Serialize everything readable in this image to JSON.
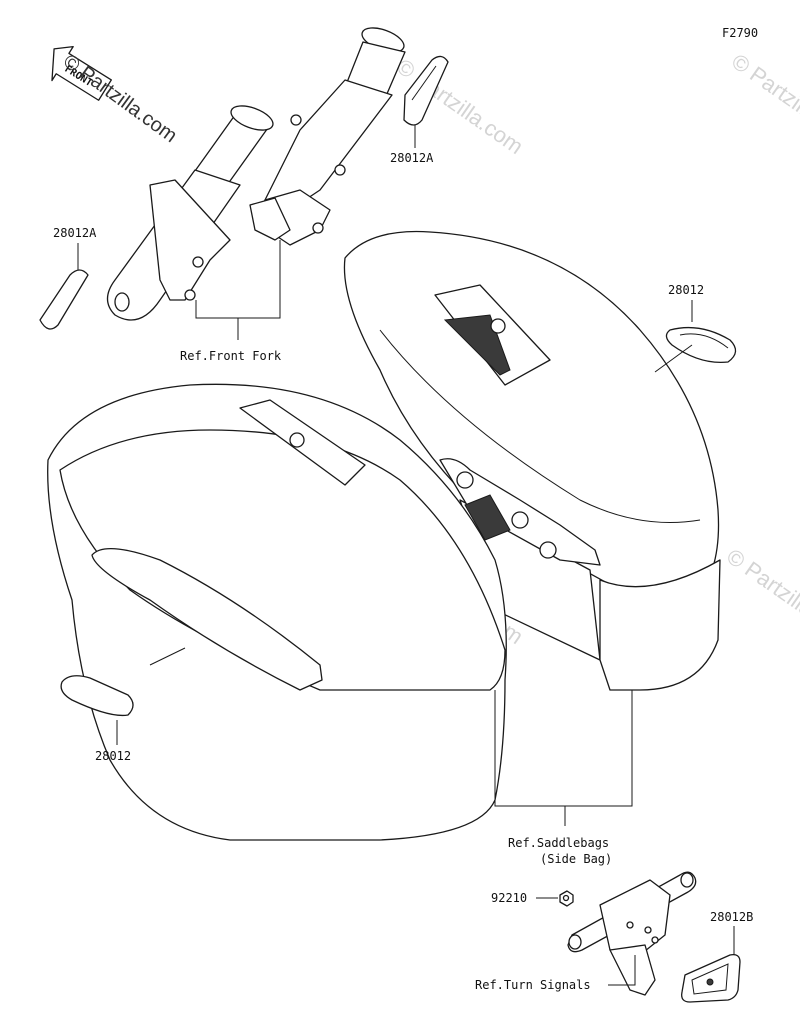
{
  "figure_code": "F2790",
  "watermark": "© Partzilla.com",
  "front_marker": "FRONT",
  "labels": {
    "fork_left_part": "28012A",
    "fork_right_part": "28012A",
    "front_fork_ref": "Ref.Front Fork",
    "bag_right_part": "28012",
    "bag_left_part": "28012",
    "saddlebags_ref_line1": "Ref.Saddlebags",
    "saddlebags_ref_line2": "(Side Bag)",
    "nut_part": "92210",
    "plate_part": "28012B",
    "turn_signals_ref": "Ref.Turn Signals"
  }
}
